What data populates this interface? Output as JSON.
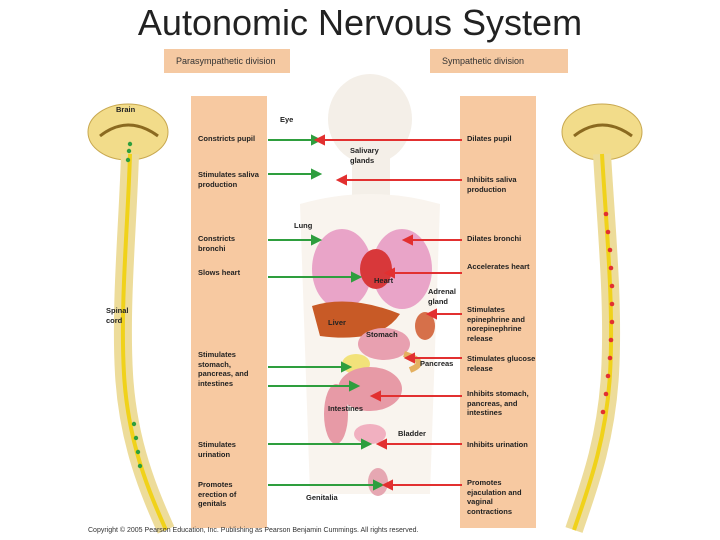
{
  "title": "Autonomic Nervous System",
  "headers": {
    "left": "Parasympathetic division",
    "right": "Sympathetic division"
  },
  "labels": {
    "brain": "Brain",
    "spinal_cord": "Spinal cord",
    "eye": "Eye",
    "salivary_glands": "Salivary glands",
    "lung": "Lung",
    "heart": "Heart",
    "adrenal_gland": "Adrenal gland",
    "liver": "Liver",
    "stomach": "Stomach",
    "pancreas": "Pancreas",
    "intestines": "Intestines",
    "bladder": "Bladder",
    "genitalia": "Genitalia"
  },
  "parasympathetic_effects": [
    "Constricts pupil",
    "Stimulates saliva production",
    "Constricts bronchi",
    "Slows heart",
    "Stimulates stomach, pancreas, and intestines",
    "Stimulates urination",
    "Promotes erection of genitals"
  ],
  "sympathetic_effects": [
    "Dilates pupil",
    "Inhibits saliva production",
    "Dilates bronchi",
    "Accelerates heart",
    "Stimulates epinephrine and norepinephrine release",
    "Stimulates glucose release",
    "Inhibits stomach, pancreas, and intestines",
    "Inhibits urination",
    "Promotes ejaculation and vaginal contractions"
  ],
  "copyright": "Copyright © 2005 Pearson Education, Inc. Publishing as Pearson Benjamin Cummings. All rights reserved.",
  "colors": {
    "parasympathetic": "#2e9e3e",
    "sympathetic": "#e23030",
    "panel": "#f7c9a1"
  }
}
